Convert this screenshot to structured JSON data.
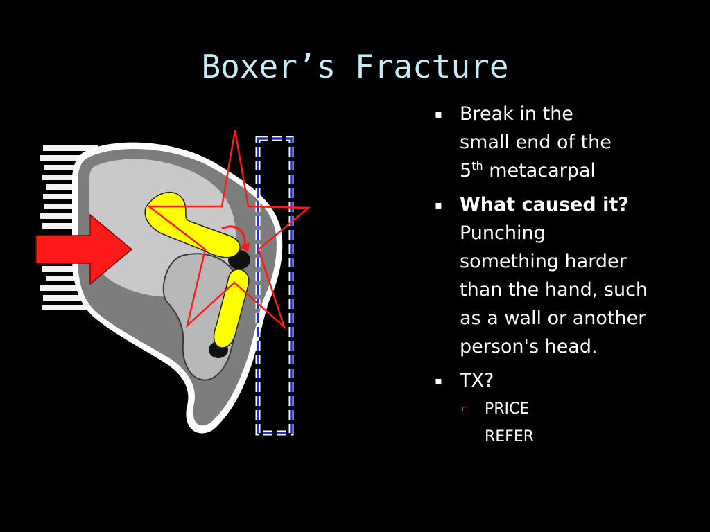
{
  "slide": {
    "title": "Boxer’s Fracture",
    "bullets": [
      {
        "line1": "Break in the",
        "line2": "small end of the",
        "line3_prefix": "5",
        "line3_sup": "th",
        "line3_suffix": " metacarpal"
      },
      {
        "heading": "What caused it?",
        "body_lines": [
          "Punching",
          "something harder",
          "than the hand, such",
          "as a wall or another",
          "person's head."
        ]
      },
      {
        "label": "TX?",
        "sub_items": [
          "PRICE",
          "REFER"
        ]
      }
    ],
    "colors": {
      "background": "#000000",
      "title": "#c6ecf7",
      "text": "#ffffff",
      "sub_marker": "#ff6a6a",
      "arrow": "#ff1a1a",
      "bone": "#ffff00",
      "star": "#ff1a1a",
      "wall_dash": "#1f2fd8"
    },
    "icons": {
      "bullet": "square-bullet-icon",
      "sub_bullet": "hollow-square-bullet-icon",
      "force_arrow": "red-arrow-icon",
      "impact_star": "impact-star-icon"
    }
  }
}
